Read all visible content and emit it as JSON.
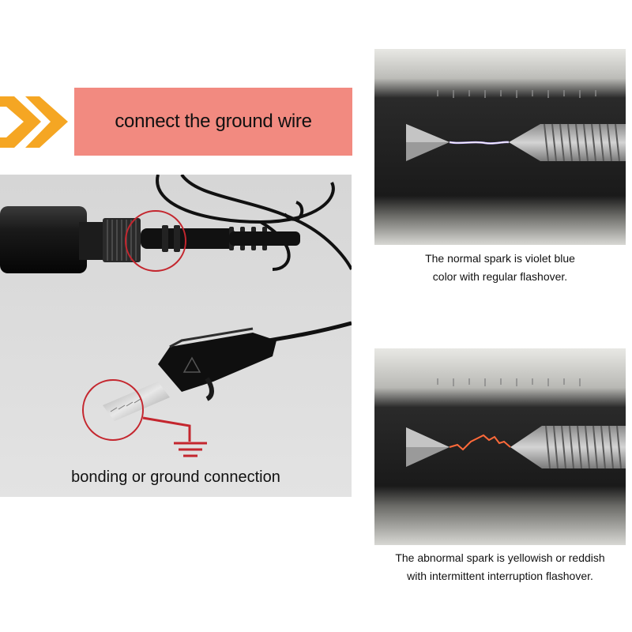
{
  "banner": {
    "text": "connect the ground wire"
  },
  "photo_left": {
    "caption": "bonding or ground connection"
  },
  "spark_normal": {
    "caption_lines": [
      "The normal spark is violet blue",
      "color with regular flashover."
    ],
    "spark_color": "#c9b6ff"
  },
  "spark_abnormal": {
    "caption_lines": [
      "The abnormal spark is yellowish or reddish",
      "with intermittent interruption flashover."
    ],
    "spark_color": "#ff6a3a"
  },
  "colors": {
    "banner_bg": "#f28a80",
    "arrow": "#f5a623",
    "highlight_circle": "#c4262e",
    "ground_symbol": "#c4262e"
  }
}
